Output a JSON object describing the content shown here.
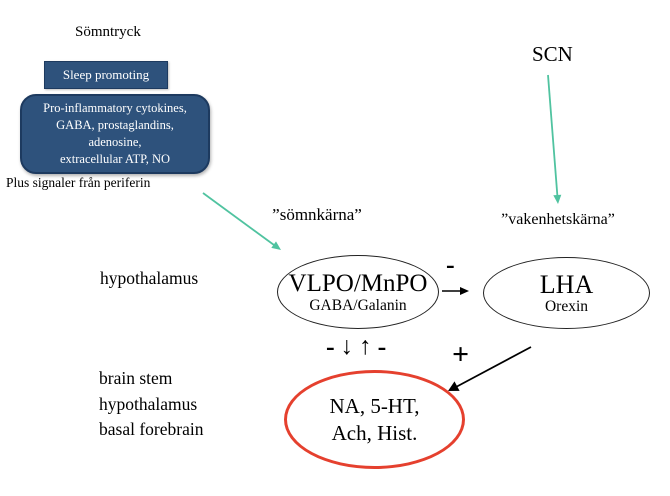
{
  "colors": {
    "box_blue": "#2E527C",
    "box_blue_border": "#1D3A5F",
    "arrow_green": "#50C3A0",
    "ellipse_red": "#E5402E"
  },
  "sleep_pressure": {
    "title": "Sömntryck",
    "promoting_label": "Sleep promoting",
    "factors_lines": [
      "Pro-inflammatory cytokines,",
      "GABA, prostaglandins,",
      "adenosine,",
      "extracellular ATP, NO"
    ],
    "periphery_note": "Plus signaler från periferin"
  },
  "scn_label": "SCN",
  "sleep_nucleus": {
    "caption": "”sömnkärna”",
    "name": "VLPO/MnPO",
    "transmitters": "GABA/Galanin"
  },
  "wake_nucleus": {
    "caption": "”vakenhetskärna”",
    "name": "LHA",
    "transmitters": "Orexin"
  },
  "hypothalamus_label": "hypothalamus",
  "target_regions_lines": [
    "brain stem",
    "hypothalamus",
    "basal forebrain"
  ],
  "target_nuclei": {
    "line1": "NA, 5-HT,",
    "line2": "Ach, Hist."
  },
  "signs": {
    "vlpo_inhibits_lha": "-",
    "mutual_left_minus": "-",
    "down_arrow": "↓",
    "up_arrow": "↑",
    "mutual_right_minus": "-",
    "lha_excites_targets": "+"
  }
}
